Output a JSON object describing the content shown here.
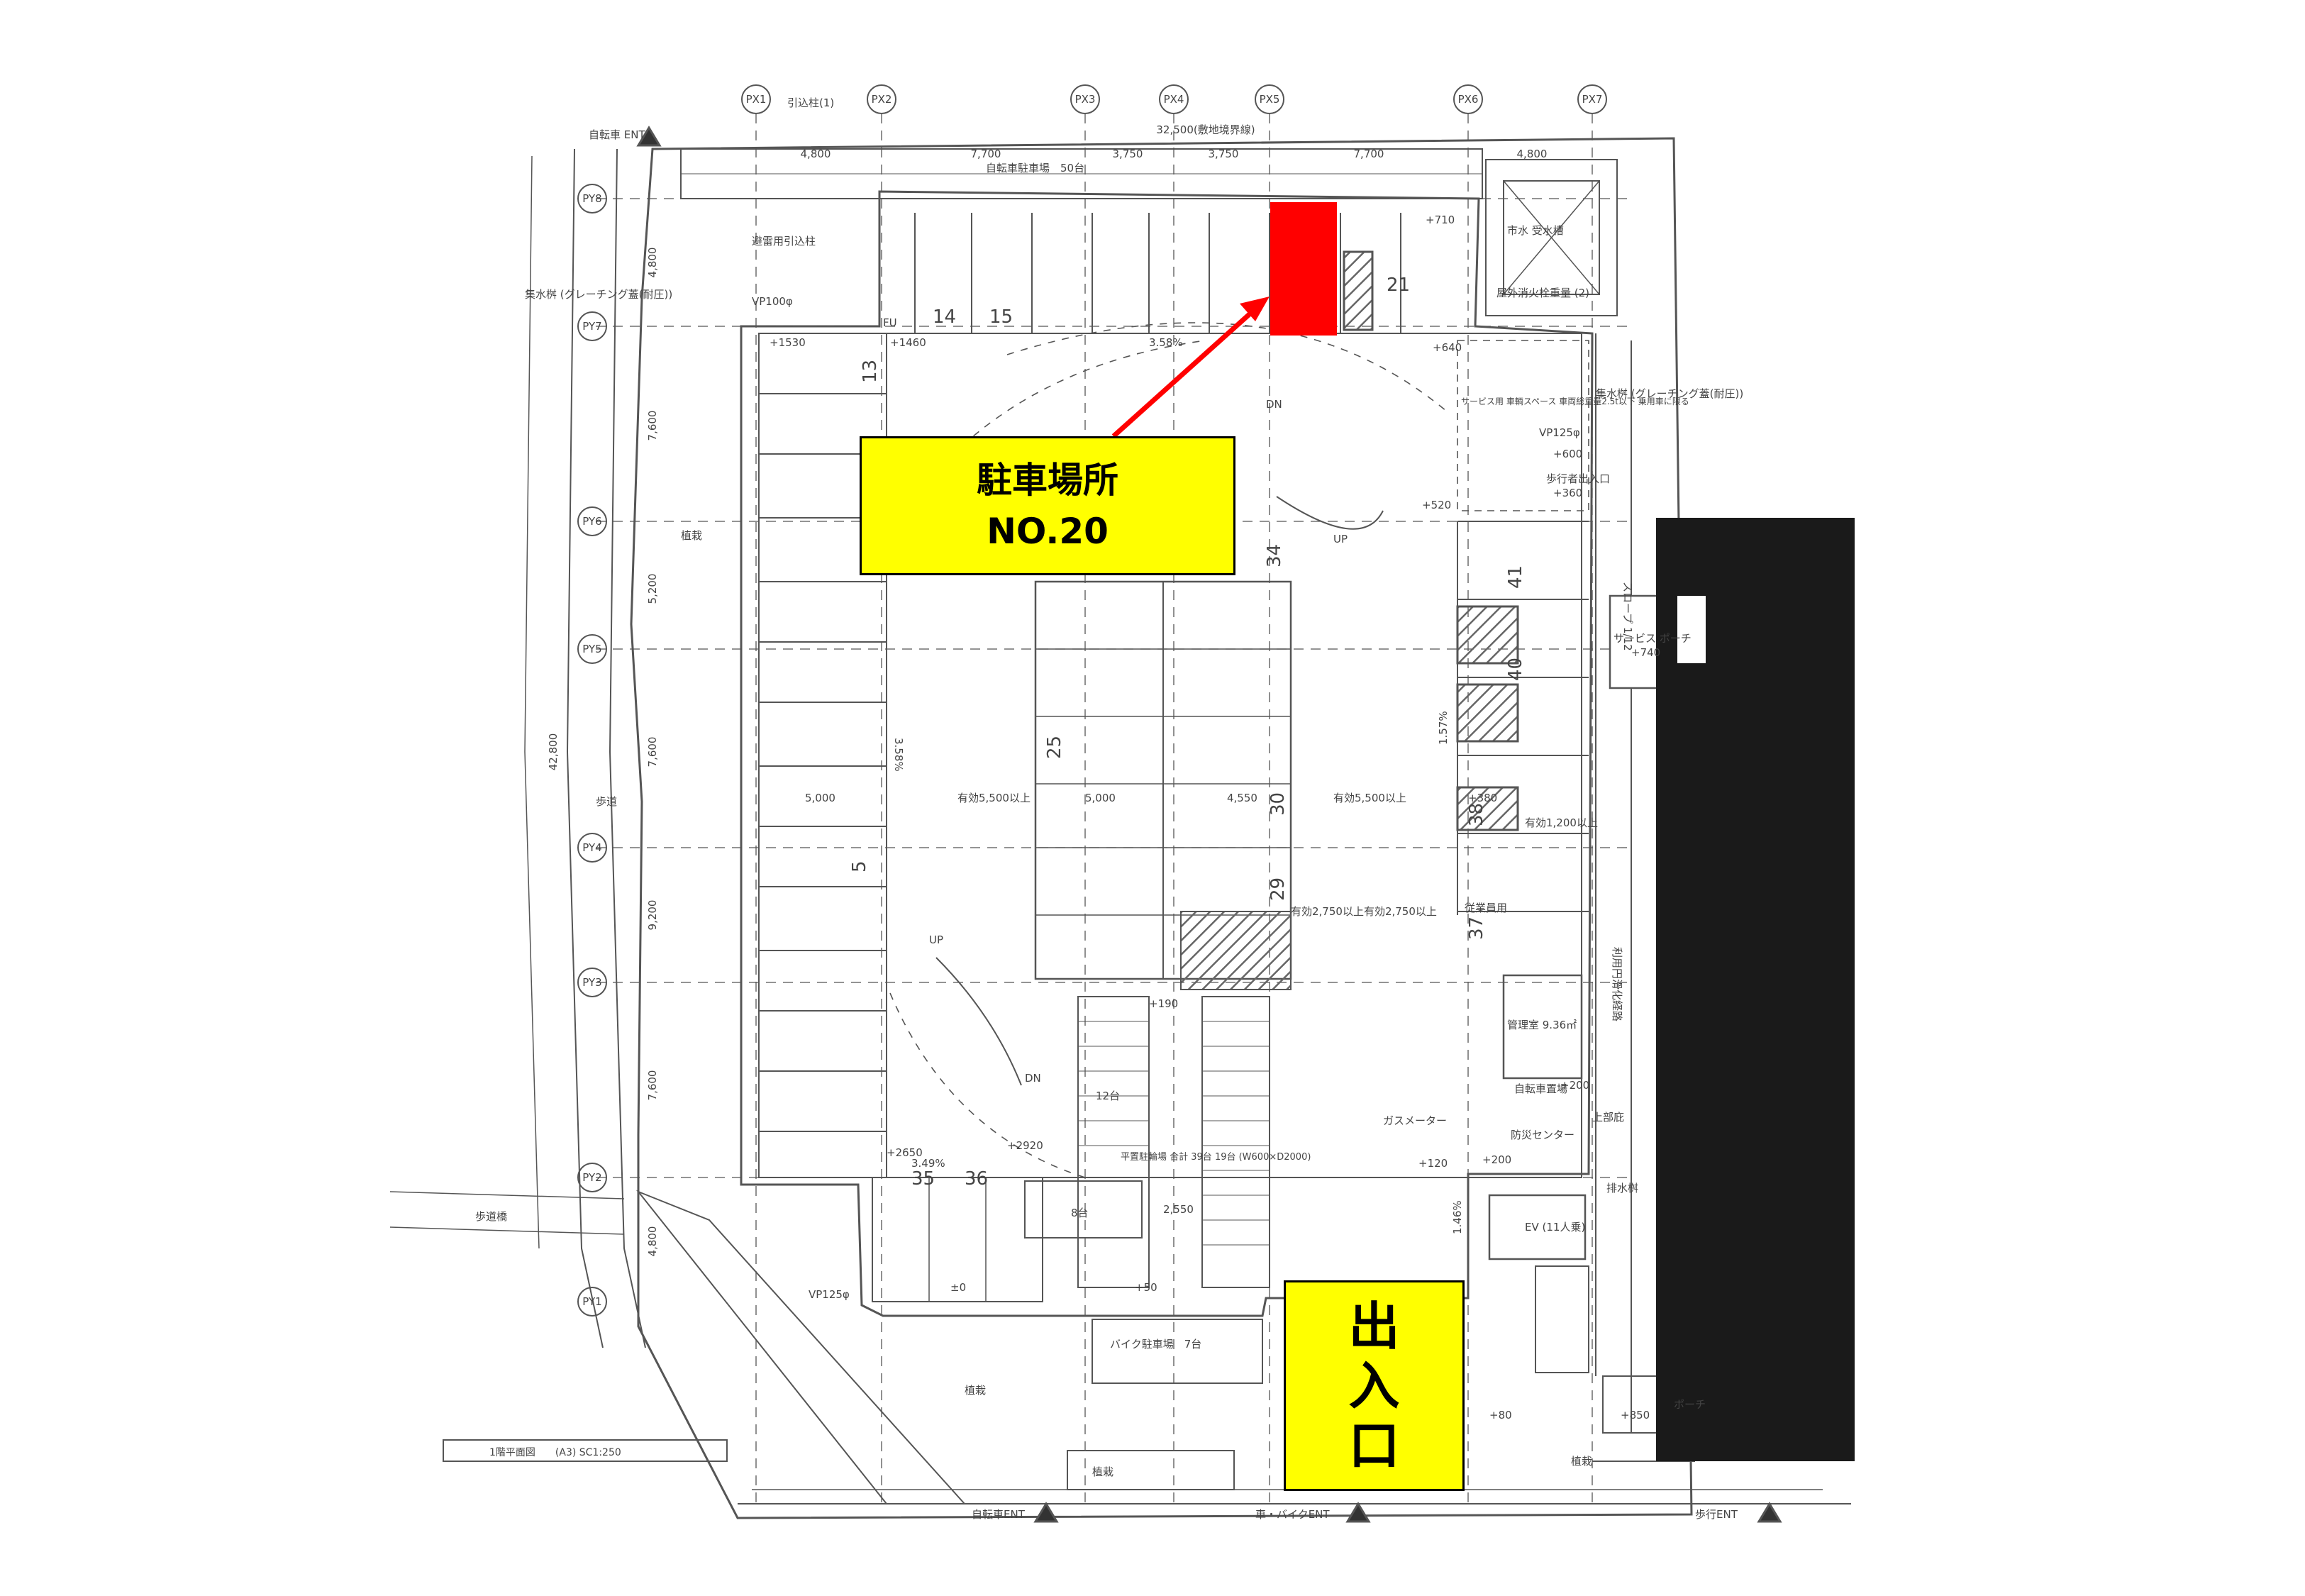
{
  "callouts": {
    "parking_spot_line1": "駐車場所",
    "parking_spot_line2": "NO.20",
    "entrance_chars": [
      "出",
      "入",
      "口"
    ]
  },
  "colors": {
    "callout_fill": "#ffff00",
    "highlight": "#ff0000",
    "arrow": "#ff0000",
    "dark_building": "#1a1a1a",
    "linework": "#555555"
  },
  "drawing": {
    "title_block": "1階平面図　　(A3) SC1:250",
    "grid_top": [
      "PX1",
      "PX2",
      "PX3",
      "PX4",
      "PX5",
      "PX6",
      "PX7"
    ],
    "grid_left": [
      "PY8",
      "PY7",
      "PY6",
      "PY5",
      "PY4",
      "PY3",
      "PY2",
      "PY1"
    ],
    "dims_top": {
      "total": "32,500(敷地境界線)",
      "d1": "4,800",
      "d2": "7,700",
      "d3": "3,750",
      "d4": "3,750",
      "d5": "7,700",
      "d6": "4,800"
    },
    "dims_left": {
      "total": "42,800",
      "d1": "4,800",
      "d2": "7,600",
      "d3": "5,200",
      "d4": "7,600",
      "d5": "9,200",
      "d6": "7,600",
      "d7": "4,800"
    },
    "labels": {
      "bike_entry_top": "自転車 ENT",
      "bike_rack_top": "自転車駐車場　50台",
      "pit_label": "引込柱(1)",
      "storm_drain": "避雷用引込柱",
      "drain_left": "集水桝 (グレーチング蓋(耐圧))",
      "water_tank": "市水 受水槽",
      "water_sub": "屋外消火栓重量 (2)",
      "service_space": "サービス用 車輌スペース 車両総重量2.5t以下 乗用車に限る",
      "drain_right": "集水桝 (グレーチング蓋(耐圧))",
      "pedestrian_entry": "歩行者出入口",
      "slope": "スロープ 1/12",
      "service_porch": "サービス ポーチ",
      "width_1200": "有効1,200以上",
      "dn1": "DN",
      "up1": "UP",
      "dn2": "DN",
      "up2": "UP",
      "aisle1": "有効5,500以上",
      "aisle2": "有効5,500以上",
      "aisle3": "有効2,750以上有効2,750以上",
      "dim_5000a": "5,000",
      "dim_5000b": "5,000",
      "dim_4550": "4,550",
      "dim_2550": "2,550",
      "slope_358a": "3.58%",
      "slope_358b": "3.58%",
      "slope_349": "3.49%",
      "slope_146": "1.46%",
      "slope_157": "1.57%",
      "sidewalk": "歩道",
      "sidewalk_bridge": "歩道橋",
      "planting_left": "植栽",
      "planting_bottom": "植栽",
      "planting_bottom2": "植栽",
      "planting_bottom3": "植栽",
      "vp100": "VP100φ",
      "vp125a": "VP125φ",
      "vp125b": "VP125φ",
      "fu": "FU",
      "mech_parking": "平置駐輪場 合計 39台 19台 (W600×D2000)",
      "mech_12": "12台",
      "mech_8": "8台",
      "bike_parking": "バイク駐車場　7台",
      "bike_entry_bottom": "自転車ENT",
      "car_bike_entry": "車・バイクENT",
      "pedestrian_ent_bottom": "歩行ENT",
      "porch_bottom": "ポーチ",
      "manager_room": "管理室 9.36㎡",
      "ev": "EV (11人乗)",
      "emergency_room": "防災センター",
      "bike_storage": "自転車置場",
      "staff": "従業員用",
      "smooth_route": "利用円滑化経路",
      "discharge": "排水桝",
      "gas_meter": "ガスメーター",
      "upper_floor": "上部庇",
      "plus_710": "+710",
      "plus_1530": "+1530",
      "plus_1460": "+1460",
      "plus_640": "+640",
      "plus_600": "+600",
      "plus_360": "+360",
      "plus_520": "+520",
      "plus_740": "+740",
      "plus_380": "+380",
      "plus_200a": "+200",
      "plus_200b": "+200",
      "plus_120": "+120",
      "plus_190": "+190",
      "plus_2920": "+2920",
      "plus_2650": "+2650",
      "plus_50": "+50",
      "plus_80": "+80",
      "plus_850": "+850",
      "pm_0": "±0"
    },
    "space_numbers": [
      "14",
      "15",
      "21",
      "13",
      "25",
      "5",
      "30",
      "29",
      "34",
      "35",
      "36",
      "37",
      "38",
      "40",
      "41"
    ]
  }
}
